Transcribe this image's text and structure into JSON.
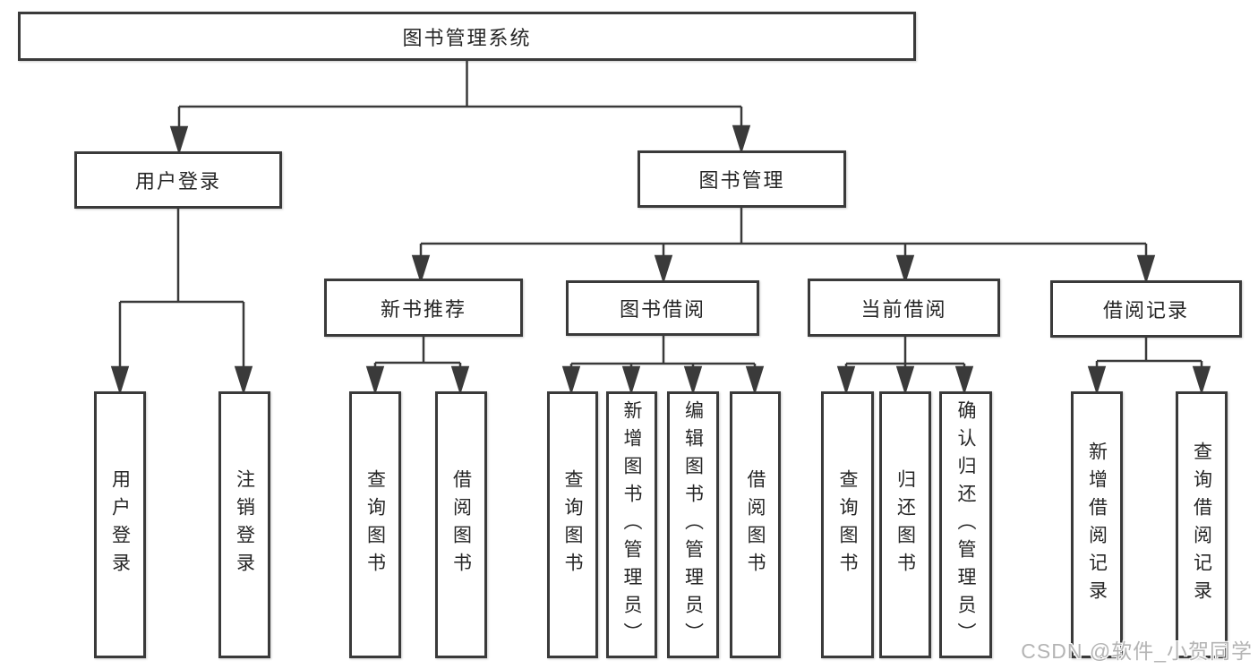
{
  "diagram": {
    "root": "图书管理系统",
    "branches": [
      {
        "label": "用户登录",
        "children": [
          "用户登录",
          "注销登录"
        ]
      },
      {
        "label": "图书管理",
        "children": [
          {
            "label": "新书推荐",
            "children": [
              "查询图书",
              "借阅图书"
            ]
          },
          {
            "label": "图书借阅",
            "children": [
              "查询图书",
              "新增图书（管理员）",
              "编辑图书（管理员）",
              "借阅图书"
            ]
          },
          {
            "label": "当前借阅",
            "children": [
              "查询图书",
              "归还图书",
              "确认归还（管理员）"
            ]
          },
          {
            "label": "借阅记录",
            "children": [
              "新增借阅记录",
              "查询借阅记录"
            ]
          }
        ]
      }
    ]
  },
  "watermark": "CSDN @软件_小贺同学",
  "colors": {
    "line": "#3a3a3a",
    "text": "#262626",
    "background": "#ffffff",
    "watermark": "#b4b4b4"
  }
}
